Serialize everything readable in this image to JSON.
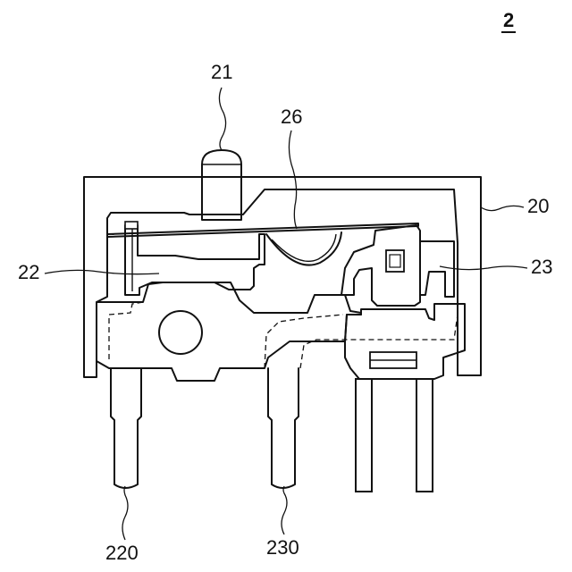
{
  "figure": {
    "number": "2"
  },
  "labels": {
    "l21": "21",
    "l26": "26",
    "l20": "20",
    "l22": "22",
    "l23": "23",
    "l220": "220",
    "l230": "230"
  }
}
